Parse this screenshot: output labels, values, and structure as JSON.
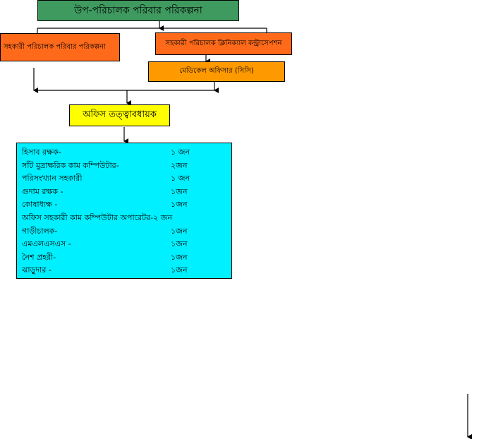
{
  "colors": {
    "top_box": "#3f9a5f",
    "orange_box": "#ff6a1a",
    "medical_box": "#ff9900",
    "office_box": "#ffff00",
    "staff_box": "#00f0ff",
    "line": "#000000"
  },
  "boxes": {
    "top": "উপ-পরিচালক পরিবার পরিকল্পনা",
    "left": "সহকারী পরিচালক পরিবার পরিকল্পনা",
    "right": "সহকারী পরিচালক ক্লিনিক্যাল কন্ট্রাসেপশন",
    "medical": "মেডিকেল অফিসার (সিসি)",
    "office": "অফিস তত্ত্বাবধায়ক"
  },
  "staff": [
    {
      "role": "হিসাব রক্ষক-",
      "count": "১ জন"
    },
    {
      "role": "সাঁট মুদ্রাক্ষরিক কাম কম্পিউটার-",
      "count": "২জন"
    },
    {
      "role": "পরিসংখ্যান সহকারী",
      "count": "১ জন"
    },
    {
      "role": "গুদাম রক্ষক -",
      "count": "১জন"
    },
    {
      "role": "কোষাধ্যক্ষ -",
      "count": "১জন"
    },
    {
      "role": "অফিস সহকারী কাম কম্পিউটার অপারেটর-২ জন",
      "count": ""
    },
    {
      "role": "গাড়ীচালক-",
      "count": "১জন"
    },
    {
      "role": "এমএলএসএস -",
      "count": "১জন"
    },
    {
      "role": "নৈশ প্রহরী-",
      "count": "১জন"
    },
    {
      "role": "ঝাড়ুদার -",
      "count": "১জন"
    }
  ]
}
